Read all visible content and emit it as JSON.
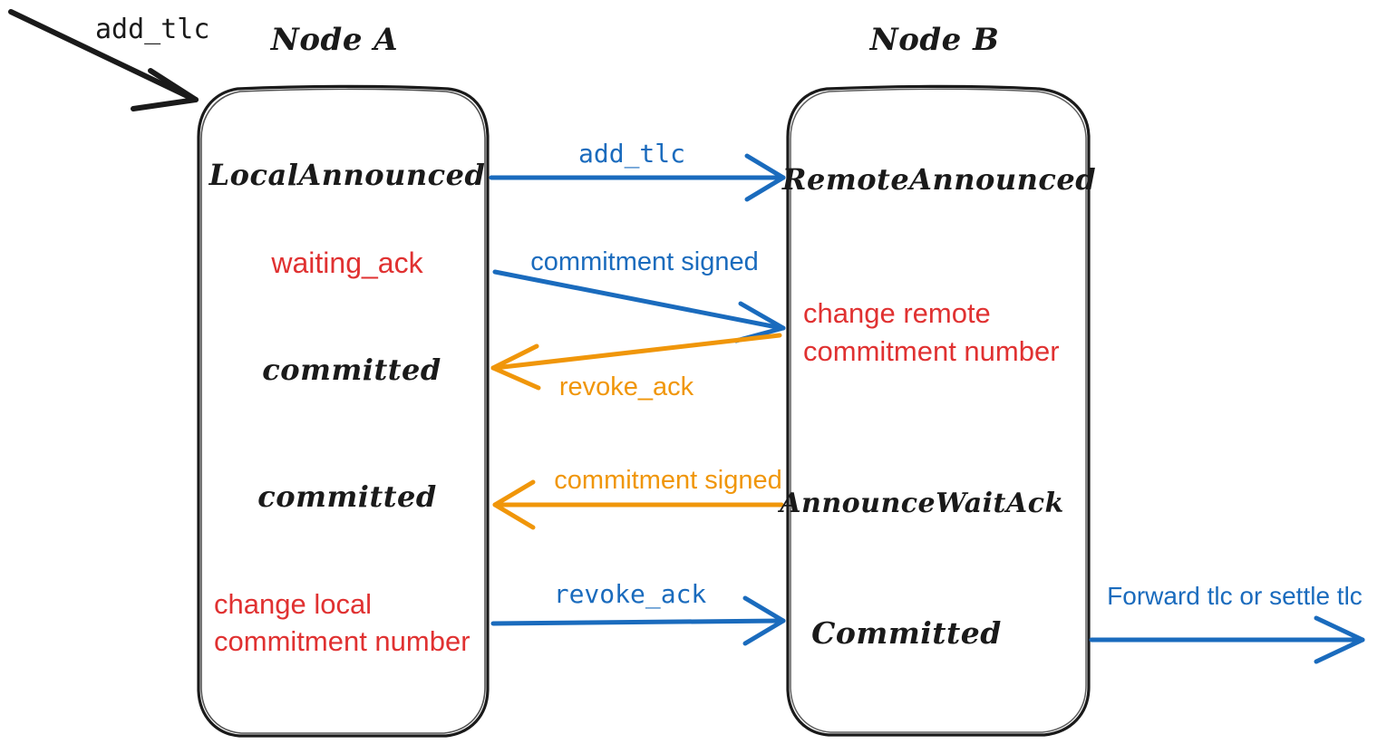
{
  "diagram": {
    "title_hidden": "",
    "colors": {
      "stroke": "#1a1a1a",
      "red": "#e03131",
      "blue": "#1a6bbd",
      "orange": "#f0960a",
      "background": "#ffffff"
    },
    "nodes": [
      {
        "id": "node-a",
        "label": "Node A"
      },
      {
        "id": "node-b",
        "label": "Node B"
      }
    ],
    "external_label": "add_tlc",
    "node_a_states": [
      {
        "id": "local-announced",
        "text": "LocalAnnounced",
        "style": "hand"
      },
      {
        "id": "waiting-ack",
        "text": "waiting_ack",
        "style": "sans-red"
      },
      {
        "id": "committed-1",
        "text": "committed",
        "style": "hand"
      },
      {
        "id": "committed-2",
        "text": "committed",
        "style": "hand"
      },
      {
        "id": "change-local-1",
        "text": "change local",
        "style": "sans-red"
      },
      {
        "id": "change-local-2",
        "text": "commitment number",
        "style": "sans-red"
      }
    ],
    "node_b_states": [
      {
        "id": "remote-announced",
        "text": "RemoteAnnounced",
        "style": "hand"
      },
      {
        "id": "change-remote-1",
        "text": "change remote",
        "style": "sans-red"
      },
      {
        "id": "change-remote-2",
        "text": "commitment number",
        "style": "sans-red"
      },
      {
        "id": "announce-wait-ack",
        "text": "AnnounceWaitAck",
        "style": "hand"
      },
      {
        "id": "committed-b",
        "text": "Committed",
        "style": "hand"
      }
    ],
    "arrows": [
      {
        "id": "arrow-external-add-tlc",
        "label": "add_tlc",
        "color": "#1a1a1a",
        "direction": "down-right",
        "font": "mono"
      },
      {
        "id": "arrow-add-tlc",
        "label": "add_tlc",
        "color": "#1a6bbd",
        "direction": "a-to-b",
        "font": "mono"
      },
      {
        "id": "arrow-commitment-signed-1",
        "label": "commitment signed",
        "color": "#1a6bbd",
        "direction": "a-to-b",
        "font": "sans"
      },
      {
        "id": "arrow-revoke-ack-1",
        "label": "revoke_ack",
        "color": "#f0960a",
        "direction": "b-to-a",
        "font": "sans"
      },
      {
        "id": "arrow-commitment-signed-2",
        "label": "commitment signed",
        "color": "#f0960a",
        "direction": "b-to-a",
        "font": "sans"
      },
      {
        "id": "arrow-revoke-ack-2",
        "label": "revoke_ack",
        "color": "#1a6bbd",
        "direction": "a-to-b",
        "font": "mono"
      },
      {
        "id": "arrow-forward-tlc",
        "label": "Forward tlc or settle tlc",
        "color": "#1a6bbd",
        "direction": "out-right",
        "font": "sans"
      }
    ]
  }
}
